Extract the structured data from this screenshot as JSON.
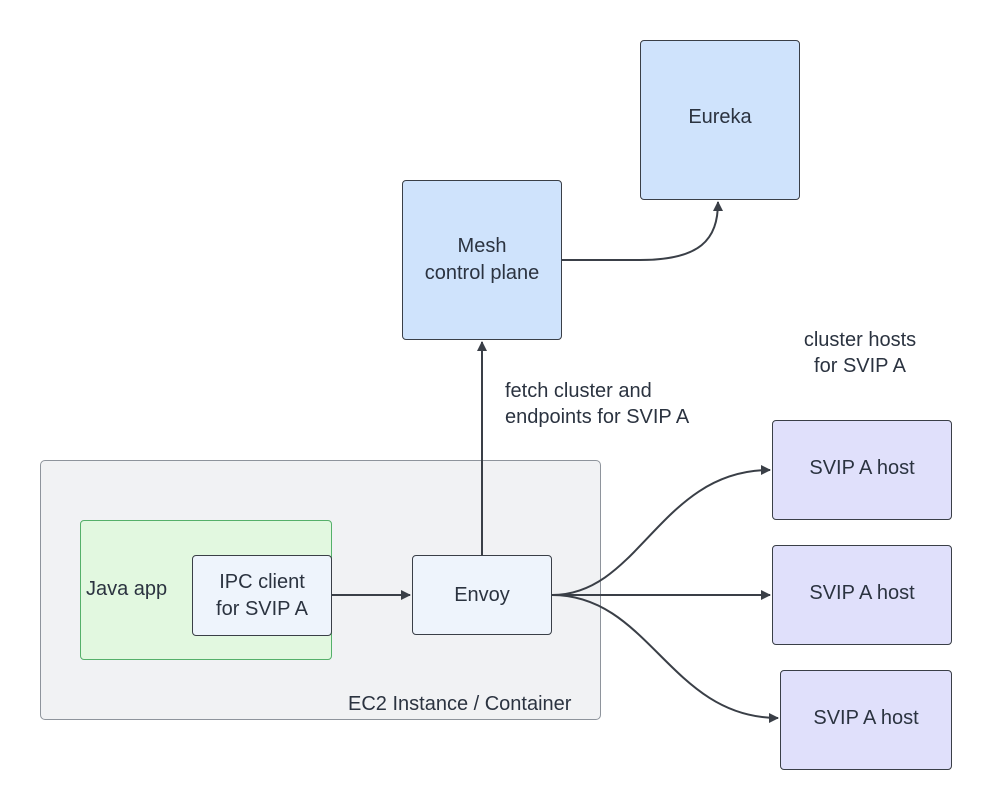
{
  "nodes": {
    "eureka": "Eureka",
    "mesh_control_plane": "Mesh\ncontrol plane",
    "java_app": "Java app",
    "ipc_client": "IPC client\nfor SVIP A",
    "envoy": "Envoy",
    "hosts": [
      "SVIP A host",
      "SVIP A host",
      "SVIP A host"
    ]
  },
  "labels": {
    "region": "EC2 Instance / Container",
    "fetch_edge": "fetch cluster and\nendpoints for SVIP A",
    "cluster_hosts": "cluster hosts\nfor SVIP A"
  },
  "colors": {
    "control_fill": "#cfe3fc",
    "host_fill": "#e0e0fb",
    "app_fill": "#e2f8e0",
    "region_fill": "#f1f2f4",
    "stroke": "#3a3f47"
  }
}
